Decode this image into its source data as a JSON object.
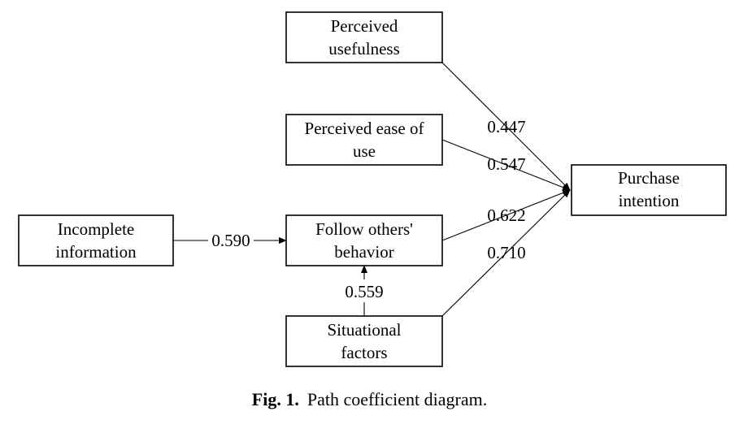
{
  "nodes": {
    "perceived_usefulness": {
      "lines": [
        "Perceived",
        "usefulness"
      ]
    },
    "perceived_ease_of_use": {
      "lines": [
        "Perceived ease of",
        "use"
      ]
    },
    "incomplete_information": {
      "lines": [
        "Incomplete",
        "information"
      ]
    },
    "follow_others_behavior": {
      "lines": [
        "Follow others'",
        "behavior"
      ]
    },
    "situational_factors": {
      "lines": [
        "Situational",
        "factors"
      ]
    },
    "purchase_intention": {
      "lines": [
        "Purchase",
        "intention"
      ]
    }
  },
  "paths": {
    "usefulness_to_intention": "0.447",
    "ease_to_intention": "0.547",
    "follow_to_intention": "0.622",
    "situational_to_intention": "0.710",
    "incomplete_to_follow": "0.590",
    "situational_to_follow": "0.559"
  },
  "caption": {
    "label": "Fig. 1.",
    "text": "Path coefficient diagram."
  }
}
